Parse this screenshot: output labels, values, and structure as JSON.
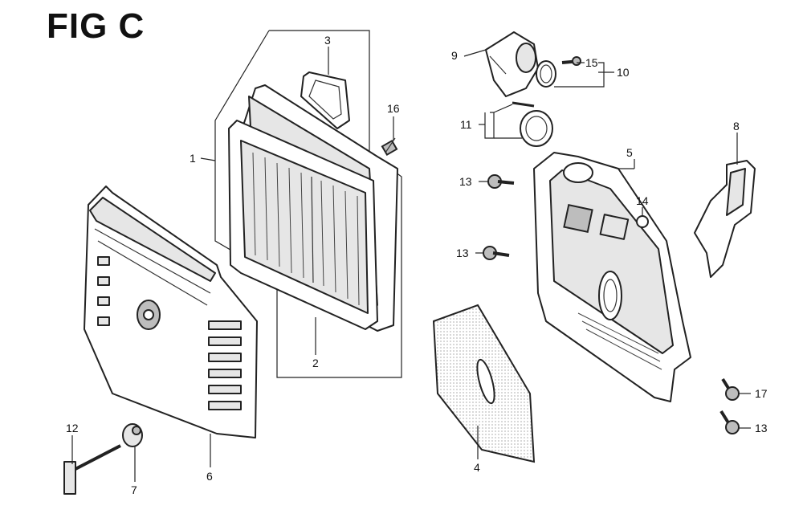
{
  "figure": {
    "title": "FIG C"
  },
  "callouts": [
    {
      "id": "c1",
      "label": "1"
    },
    {
      "id": "c2",
      "label": "2"
    },
    {
      "id": "c3",
      "label": "3"
    },
    {
      "id": "c4",
      "label": "4"
    },
    {
      "id": "c5",
      "label": "5"
    },
    {
      "id": "c6",
      "label": "6"
    },
    {
      "id": "c7",
      "label": "7"
    },
    {
      "id": "c8",
      "label": "8"
    },
    {
      "id": "c9",
      "label": "9"
    },
    {
      "id": "c10",
      "label": "10"
    },
    {
      "id": "c11",
      "label": "11"
    },
    {
      "id": "c12",
      "label": "12"
    },
    {
      "id": "c13a",
      "label": "13"
    },
    {
      "id": "c13b",
      "label": "13"
    },
    {
      "id": "c13c",
      "label": "13"
    },
    {
      "id": "c14",
      "label": "14"
    },
    {
      "id": "c15",
      "label": "15"
    },
    {
      "id": "c16",
      "label": "16"
    },
    {
      "id": "c17",
      "label": "17"
    }
  ]
}
